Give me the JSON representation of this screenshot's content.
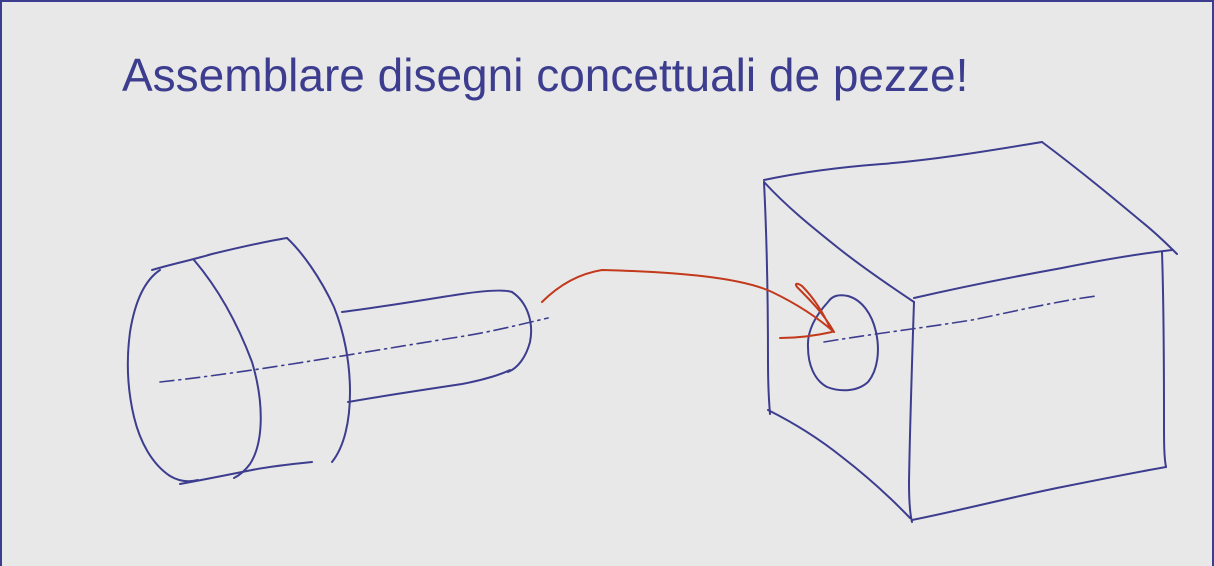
{
  "slide": {
    "title": "Assemblare disegni concettuali de pezze!"
  },
  "colors": {
    "ink_blue": "#3d3d8f",
    "ink_red": "#c2391b",
    "background": "#e8e8e8",
    "frame": "#3d3d8f"
  },
  "drawing": {
    "parts": [
      "screw-sketch",
      "block-sketch"
    ],
    "connector": "red-assembly-arrow"
  }
}
